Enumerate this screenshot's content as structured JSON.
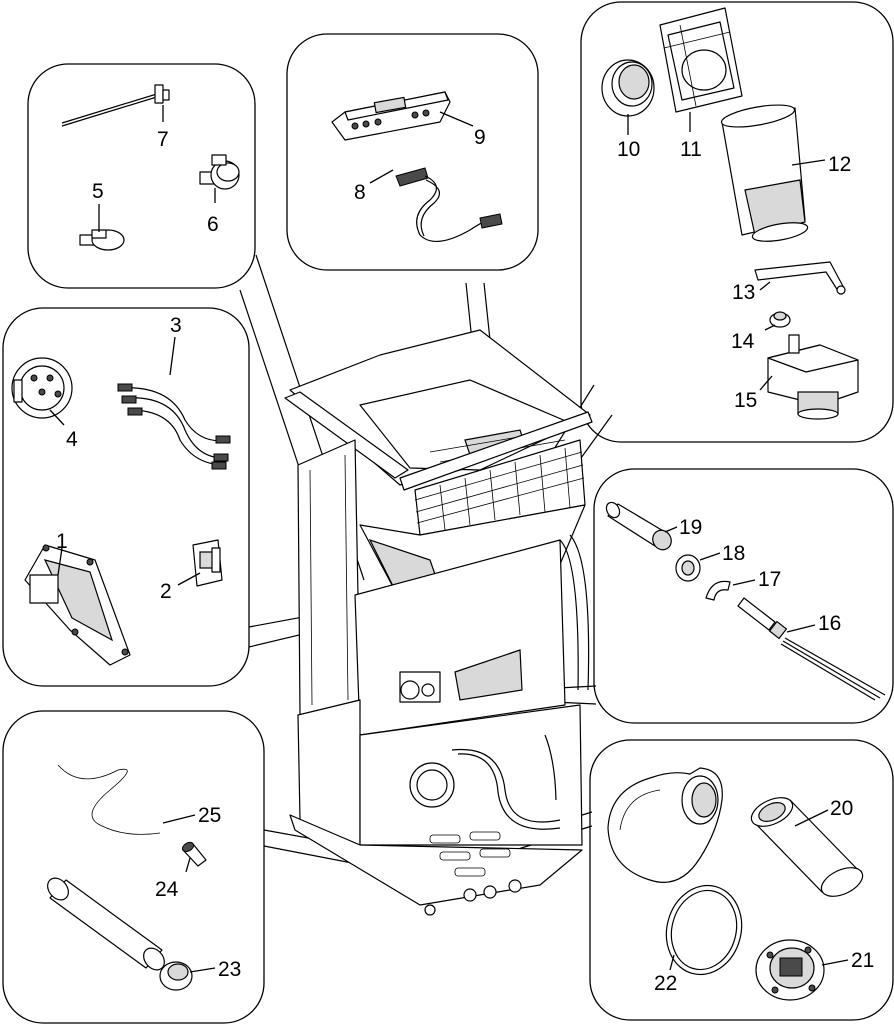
{
  "diagram": {
    "callouts": {
      "c1": "1",
      "c2": "2",
      "c3": "3",
      "c4": "4",
      "c5": "5",
      "c6": "6",
      "c7": "7",
      "c8": "8",
      "c9": "9",
      "c10": "10",
      "c11": "11",
      "c12": "12",
      "c13": "13",
      "c14": "14",
      "c15": "15",
      "c16": "16",
      "c17": "17",
      "c18": "18",
      "c19": "19",
      "c20": "20",
      "c21": "21",
      "c22": "22",
      "c23": "23",
      "c24": "24",
      "c25": "25"
    },
    "colors": {
      "line": "#000000",
      "background": "#ffffff",
      "shade": "#d9d9d9"
    }
  }
}
